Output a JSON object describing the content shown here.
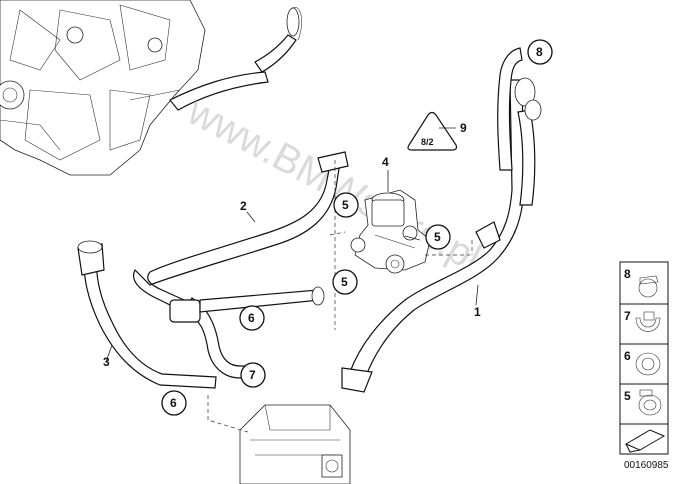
{
  "watermark": "www.BMWstore.pl",
  "part_labels": {
    "p1": "1",
    "p2": "2",
    "p3": "3",
    "p4": "4",
    "p9": "9"
  },
  "callouts": {
    "c8": "8",
    "c5a": "5",
    "c5b": "5",
    "c5c": "5",
    "c6a": "6",
    "c6b": "6",
    "c7": "7"
  },
  "sign_text": "8/2",
  "legend": {
    "items": [
      "8",
      "7",
      "6",
      "5"
    ]
  },
  "doc_number": "00160985"
}
